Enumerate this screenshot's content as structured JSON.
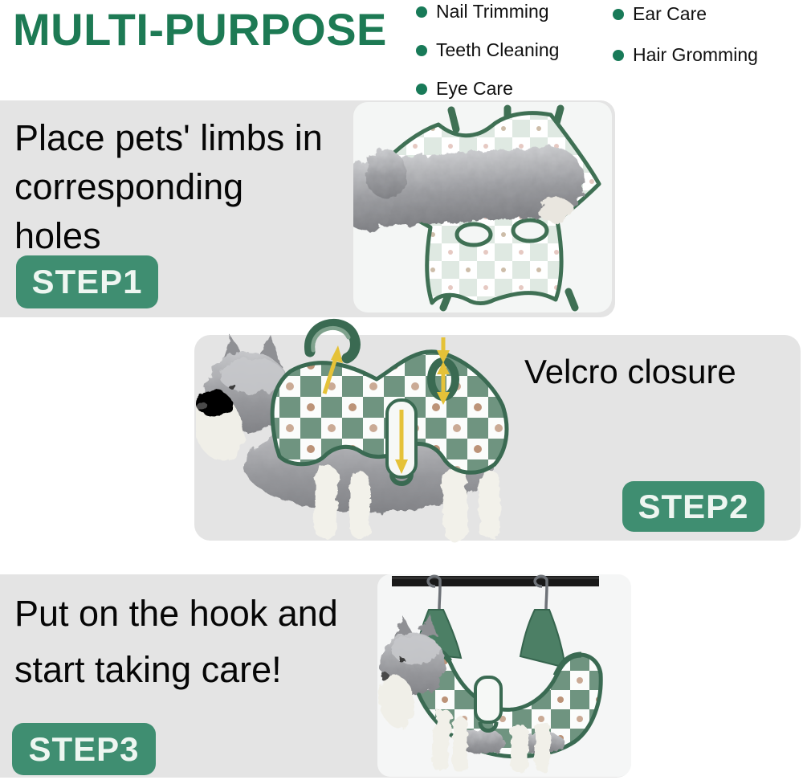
{
  "header": {
    "title": "MULTI-PURPOSE",
    "features_col1": [
      "Nail Trimming",
      "Teeth Cleaning",
      "Eye Care"
    ],
    "features_col2": [
      "Ear Care",
      "Hair Gromming"
    ]
  },
  "steps": [
    {
      "badge": "STEP1",
      "lines": [
        "Place pets' limbs in",
        "corresponding",
        "holes"
      ],
      "photo": "pet-grooming-hammock-flat-lay"
    },
    {
      "badge": "STEP2",
      "caption": "Velcro closure",
      "photo": "dog-wearing-grooming-harness"
    },
    {
      "badge": "STEP3",
      "lines": [
        "Put on the hook and",
        "start taking care!"
      ],
      "photo": "dog-suspended-from-hanging-rod"
    }
  ],
  "colors": {
    "title_green": "#1d7a54",
    "bullet_green": "#187a58",
    "badge_green": "#3f8e71",
    "badge_text": "#eef6f1",
    "band_gray": "#e4e4e4",
    "text_black": "#0a0a0a",
    "trim_green": "#3a6a52",
    "checker_green": "#6f9480",
    "arrow_yellow": "#e5c238",
    "rod_black": "#191919",
    "fur_gray": "#97989c"
  }
}
